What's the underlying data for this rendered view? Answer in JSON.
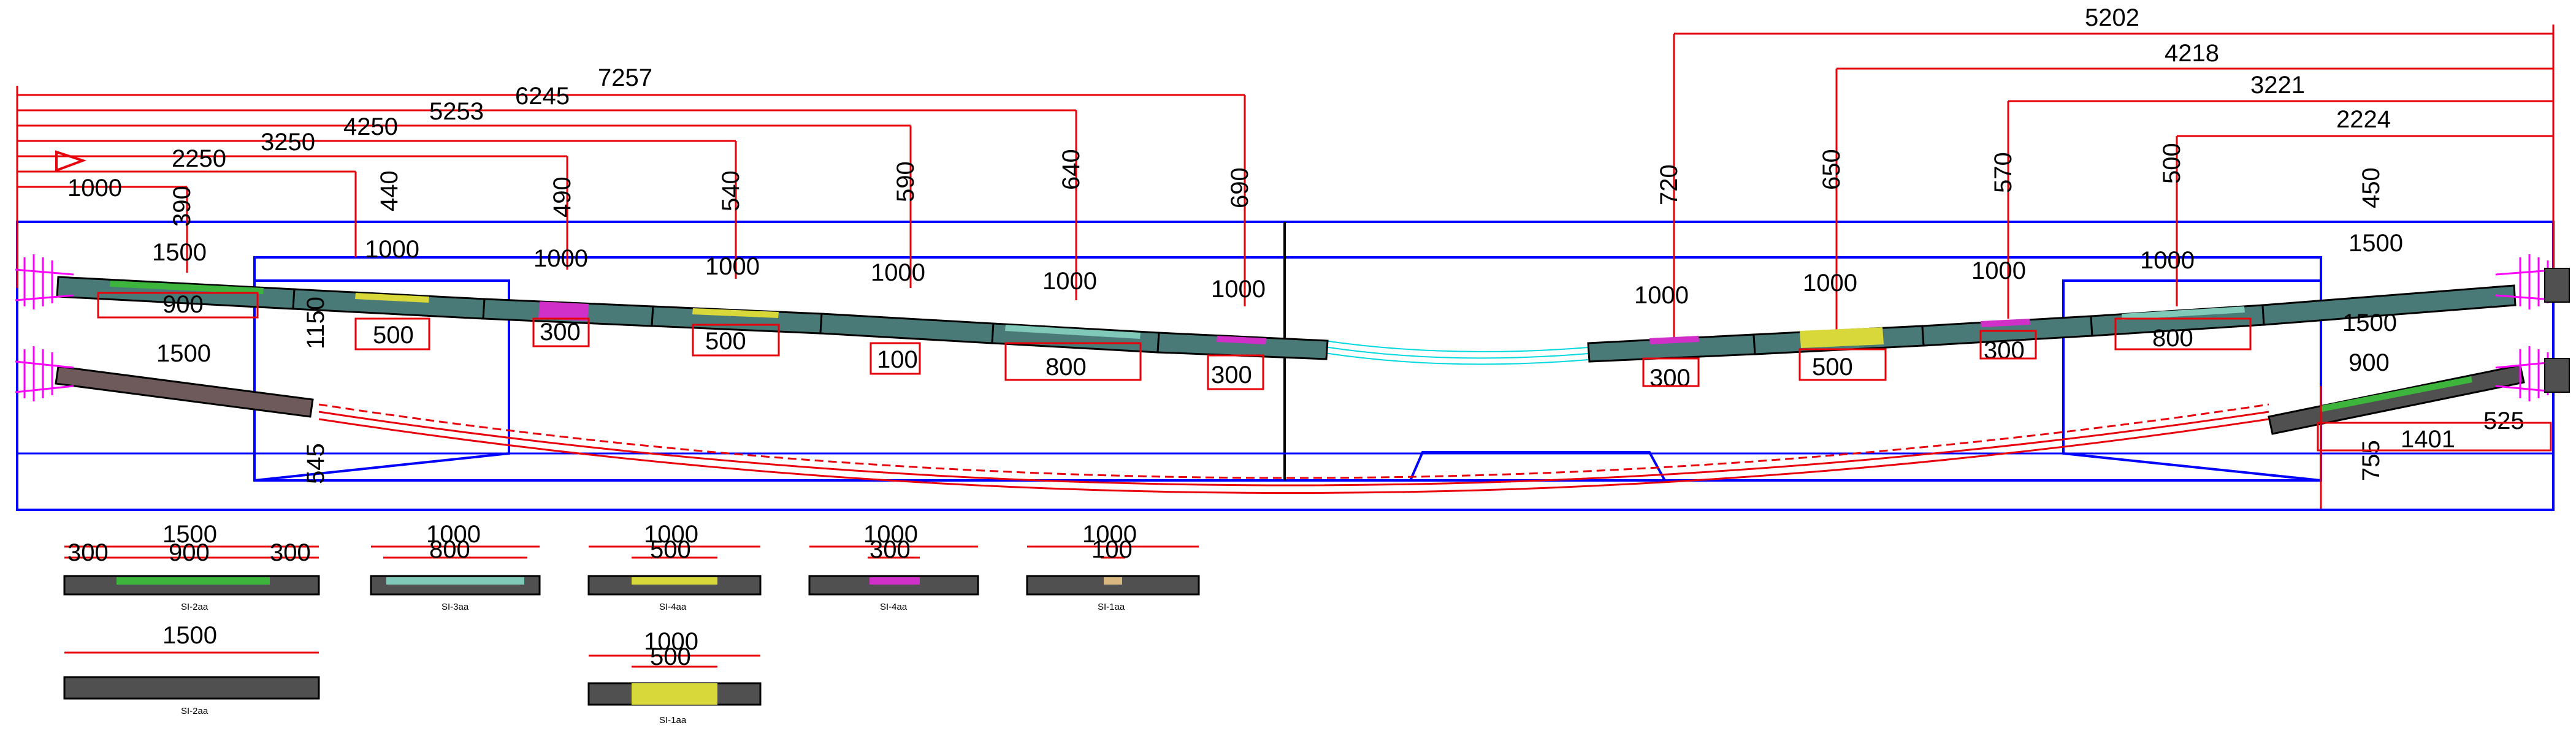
{
  "colors": {
    "dimension": "#e8000a",
    "frame": "#0000ff",
    "segment": "#4a7a78",
    "segment_dark": "#505050",
    "hatch": "#00d8e0",
    "anchor": "#ff00ff",
    "insert_green": "#3db53d",
    "insert_yellow": "#d8d83a",
    "insert_magenta": "#d030c8",
    "insert_teal": "#80c8b8",
    "insert_tan": "#d8b880"
  },
  "left_span": {
    "chain_labels": [
      "7257",
      "6245",
      "5253",
      "4250",
      "3250",
      "2250",
      "1000"
    ],
    "height_labels": [
      "390",
      "440",
      "490",
      "540",
      "590",
      "640",
      "690"
    ],
    "segment_labels": [
      "1500",
      "1000",
      "1000",
      "1000",
      "1000",
      "1000",
      "1000"
    ],
    "insert_labels": [
      "900",
      "500",
      "300",
      "500",
      "100",
      "800",
      "300"
    ],
    "lower_strut_label": "1500",
    "side_labels": [
      "1150",
      "545"
    ]
  },
  "right_span": {
    "chain_labels": [
      "5202",
      "4218",
      "3221",
      "2224"
    ],
    "height_labels": [
      "720",
      "650",
      "570",
      "500",
      "450"
    ],
    "segment_labels": [
      "1000",
      "1000",
      "1000",
      "1000",
      "1500"
    ],
    "insert_labels": [
      "300",
      "500",
      "300",
      "800"
    ],
    "lower_strut_labels": [
      "1500",
      "900"
    ],
    "bottom_labels": [
      "755",
      "1401",
      "525"
    ]
  },
  "legend": {
    "items": [
      {
        "top": "1500",
        "sub": [
          "300",
          "900",
          "300"
        ],
        "fill": "insert_green",
        "tag": "SI-2aa"
      },
      {
        "top": "1000",
        "sub": [
          "800"
        ],
        "fill": "insert_teal",
        "tag": "SI-3aa"
      },
      {
        "top": "1000",
        "sub": [
          "500"
        ],
        "fill": "insert_yellow",
        "tag": "SI-4aa"
      },
      {
        "top": "1000",
        "sub": [
          "300"
        ],
        "fill": "insert_magenta",
        "tag": "SI-4aa"
      },
      {
        "top": "1000",
        "sub": [
          "100"
        ],
        "fill": "insert_tan",
        "tag": "SI-1aa"
      },
      {
        "top": "1500",
        "sub": [],
        "fill": "segment_dark",
        "tag": "SI-2aa"
      },
      {
        "top": "1000",
        "sub": [
          "500"
        ],
        "fill": "insert_yellow",
        "tag": "SI-1aa"
      }
    ]
  }
}
